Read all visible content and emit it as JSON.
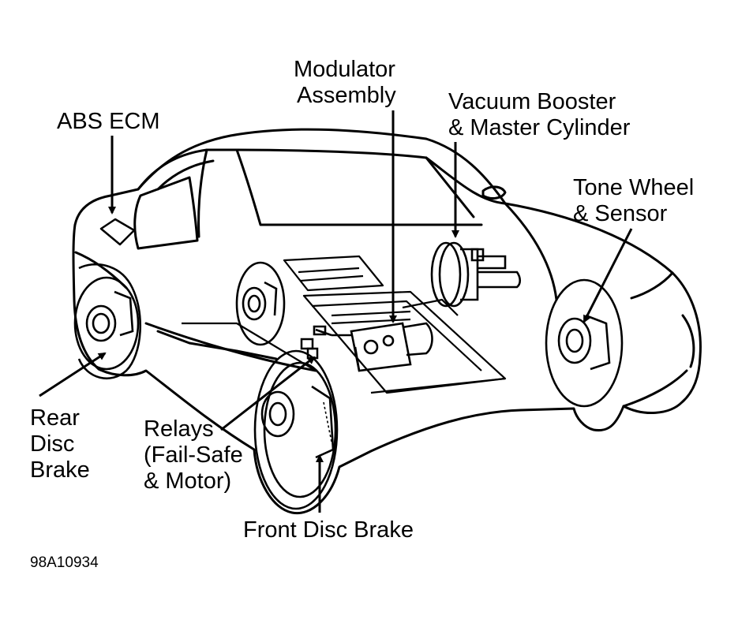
{
  "labels": {
    "abs_ecm": "ABS ECM",
    "modulator": [
      "Modulator",
      "Assembly"
    ],
    "vacuum_booster": [
      "Vacuum Booster",
      "& Master Cylinder"
    ],
    "tone_wheel": [
      "Tone Wheel",
      "& Sensor"
    ],
    "rear_disc": [
      "Rear",
      "Disc",
      "Brake"
    ],
    "relays": [
      "Relays",
      "(Fail-Safe",
      "& Motor)"
    ],
    "front_disc": "Front Disc Brake"
  },
  "figure_code": "98A10934"
}
